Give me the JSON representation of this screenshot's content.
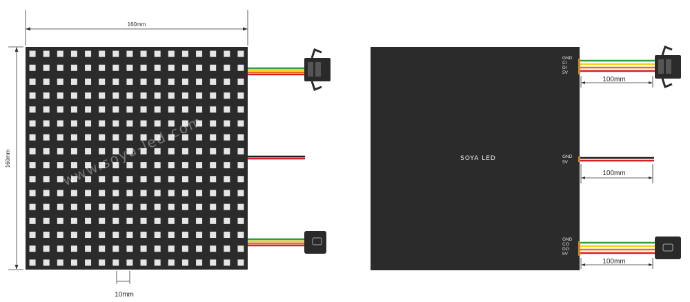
{
  "dimensions": {
    "panel_width": "160mm",
    "panel_height": "160mm",
    "led_pitch": "10mm",
    "cable_length": "100mm"
  },
  "matrix": {
    "rows": 16,
    "cols": 16
  },
  "watermark": "www.soya-led.com",
  "brand": "SOYA LED",
  "connectors": {
    "input": {
      "pins": [
        "GND",
        "CI",
        "DI",
        "5V"
      ]
    },
    "power": {
      "pins": [
        "GND",
        "5V"
      ]
    },
    "output": {
      "pins": [
        "GND",
        "CO",
        "DO",
        "5V"
      ]
    }
  },
  "colors": {
    "panel": "#2b2b2b",
    "led": "#e6e6e6",
    "wire_green": "#2e9b3c",
    "wire_yellow": "#f2d21b",
    "wire_orange": "#e0701c",
    "wire_red": "#d81f1f",
    "wire_black": "#1a1a1a",
    "connector": "#2a2a2a"
  }
}
